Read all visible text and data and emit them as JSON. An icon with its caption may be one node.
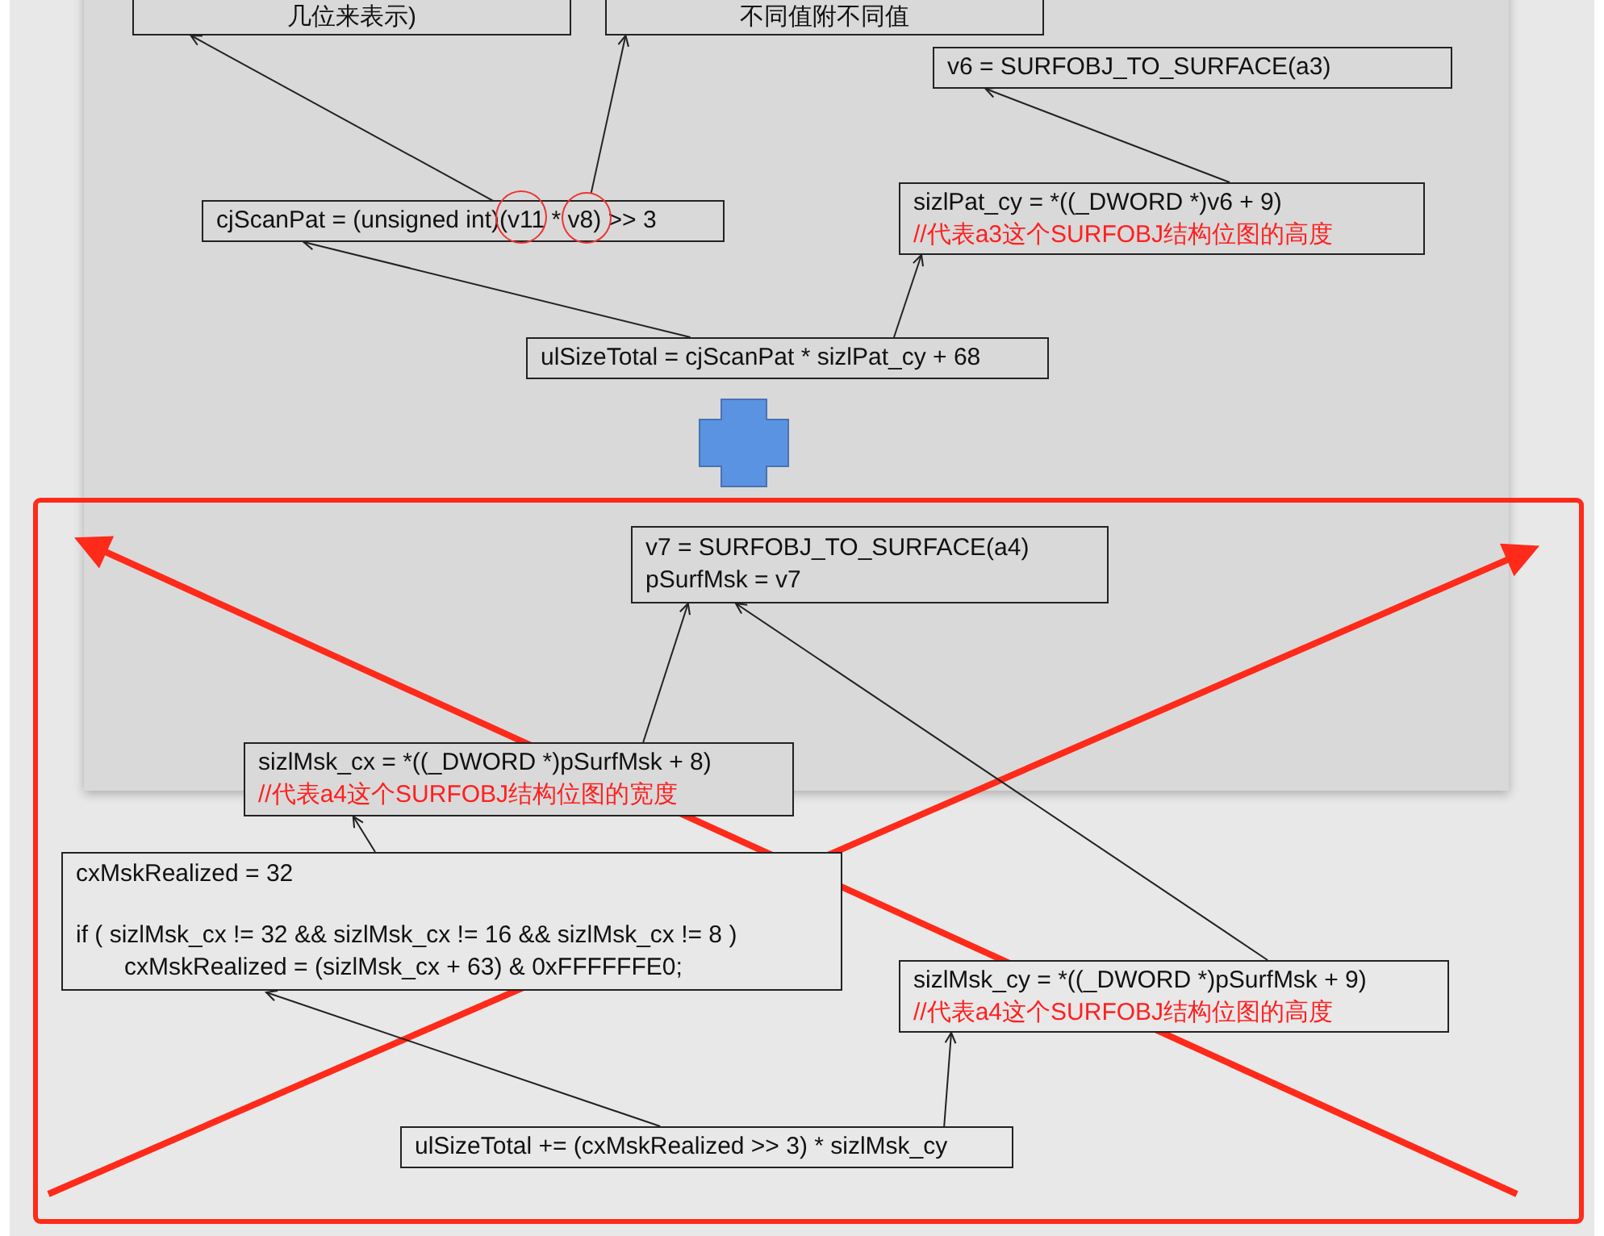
{
  "diagram": {
    "nodes": [
      {
        "text": [
          "几位来表示)"
        ]
      },
      {
        "text": [
          "不同值附不同值"
        ]
      },
      {
        "text": [
          "v6 = SURFOBJ_TO_SURFACE(a3)"
        ]
      },
      {
        "text": [
          "cjScanPat = (unsigned int)(v11 * v8) >> 3"
        ]
      },
      {
        "text": [],
        "shape": "circle"
      },
      {
        "text": [],
        "shape": "circle"
      },
      {
        "text": [
          "sizlPat_cy = *((_DWORD *)v6 + 9)",
          "//代表a3这个SURFOBJ结构位图的高度"
        ]
      },
      {
        "text": [
          "ulSizeTotal = cjScanPat * sizlPat_cy + 68"
        ]
      },
      {
        "text": [],
        "shape": "cross"
      },
      {
        "text": [
          "v7 = SURFOBJ_TO_SURFACE(a4)",
          "pSurfMsk = v7"
        ]
      },
      {
        "text": [
          "sizlMsk_cx = *((_DWORD *)pSurfMsk + 8)",
          "//代表a4这个SURFOBJ结构位图的宽度"
        ]
      },
      {
        "text": [
          "cxMskRealized = 32",
          "if ( sizlMsk_cx != 32 && sizlMsk_cx != 16 && sizlMsk_cx != 8 )",
          "cxMskRealized = (sizlMsk_cx + 63) & 0xFFFFFFE0;"
        ]
      },
      {
        "text": [
          "sizlMsk_cy = *((_DWORD *)pSurfMsk + 9)",
          "//代表a4这个SURFOBJ结构位图的高度"
        ]
      },
      {
        "text": [
          "ulSizeTotal += (cxMskRealized >> 3) * sizlMsk_cy"
        ]
      }
    ],
    "edges": [
      {
        "from": 4,
        "to": 0,
        "arrow": "to"
      },
      {
        "from": 5,
        "to": 1,
        "arrow": "to"
      },
      {
        "from": 6,
        "to": 2,
        "arrow": "to"
      },
      {
        "from": 7,
        "to": 3,
        "arrow": "to"
      },
      {
        "from": 7,
        "to": 6,
        "arrow": "to"
      },
      {
        "from": 10,
        "to": 9,
        "arrow": "to"
      },
      {
        "from": 12,
        "to": 9,
        "arrow": "to"
      },
      {
        "from": 11,
        "to": 10,
        "arrow": "to"
      },
      {
        "from": 13,
        "to": 11,
        "arrow": "to"
      },
      {
        "from": 13,
        "to": 12,
        "arrow": "to"
      }
    ]
  }
}
